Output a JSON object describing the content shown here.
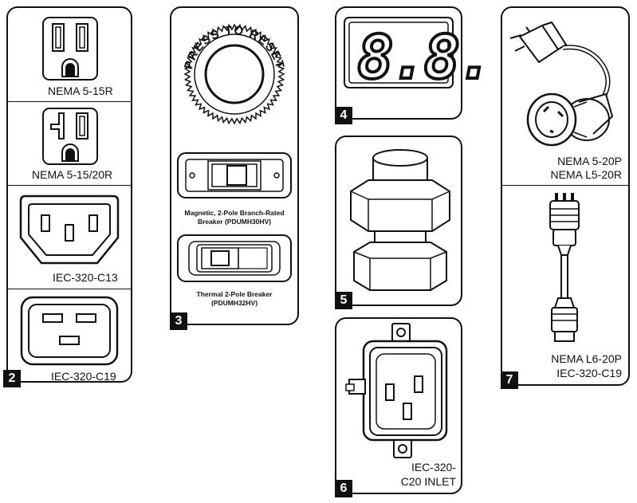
{
  "panels": {
    "p2": {
      "badge": "2",
      "items": [
        {
          "label": "NEMA 5-15R"
        },
        {
          "label": "NEMA 5-15/20R"
        },
        {
          "label": "IEC-320-C13"
        },
        {
          "label": "IEC-320-C19"
        }
      ]
    },
    "p3": {
      "badge": "3",
      "reset_text": "PRESS TO RESET",
      "breaker1": {
        "line1": "Magnetic, 2-Pole Branch-Rated",
        "line2": "Breaker (PDUMH30HV)"
      },
      "breaker2": {
        "line1": "Thermal 2-Pole Breaker",
        "line2": "(PDUMH32HV)"
      }
    },
    "p4": {
      "badge": "4",
      "display": "8.8."
    },
    "p5": {
      "badge": "5"
    },
    "p6": {
      "badge": "6",
      "line1": "IEC-320-",
      "line2": "C20 INLET"
    },
    "p7": {
      "badge": "7",
      "top": {
        "line1": "NEMA 5-20P",
        "line2": "NEMA L5-20R"
      },
      "bottom": {
        "line1": "NEMA L6-20P",
        "line2": "IEC-320-C19"
      }
    }
  }
}
